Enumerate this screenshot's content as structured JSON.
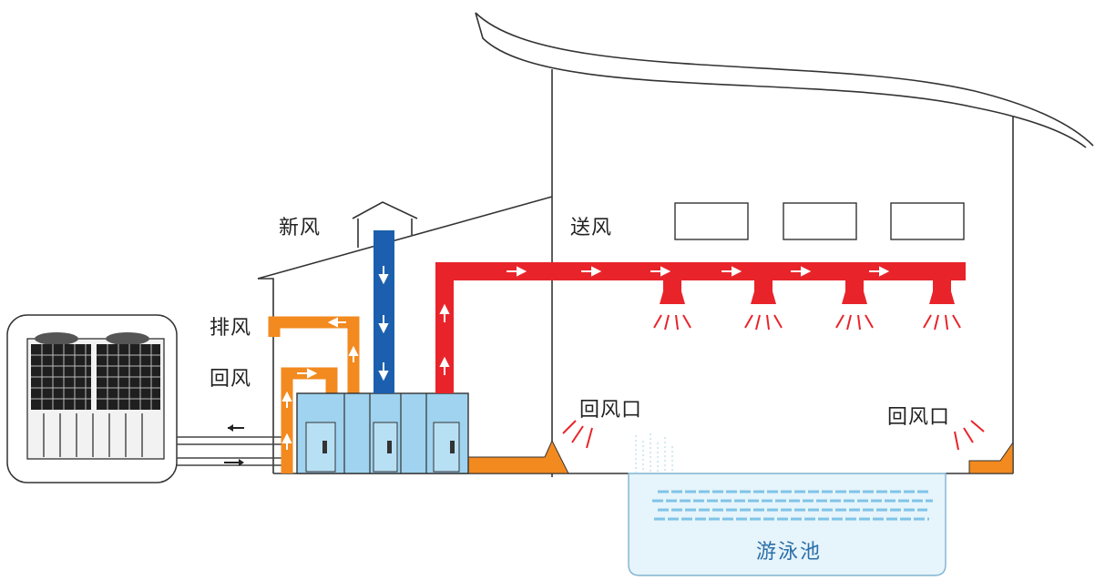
{
  "labels": {
    "fresh_air": "新风",
    "exhaust_air": "排风",
    "return_air": "回风",
    "supply_air": "送风",
    "return_vent_left": "回风口",
    "return_vent_right": "回风口",
    "pool": "游泳池"
  },
  "colors": {
    "supply": "#e8242a",
    "fresh": "#1b5fae",
    "exhaust": "#f28a1f",
    "unit": "#9fd3ef",
    "outline": "#333333",
    "pool_water": "#e6f4fb",
    "pool_wave": "#7fc4e8"
  },
  "icons": [
    "heat-pump-unit-icon",
    "arrow-left-icon",
    "arrow-right-icon",
    "air-diffuser-icon"
  ]
}
